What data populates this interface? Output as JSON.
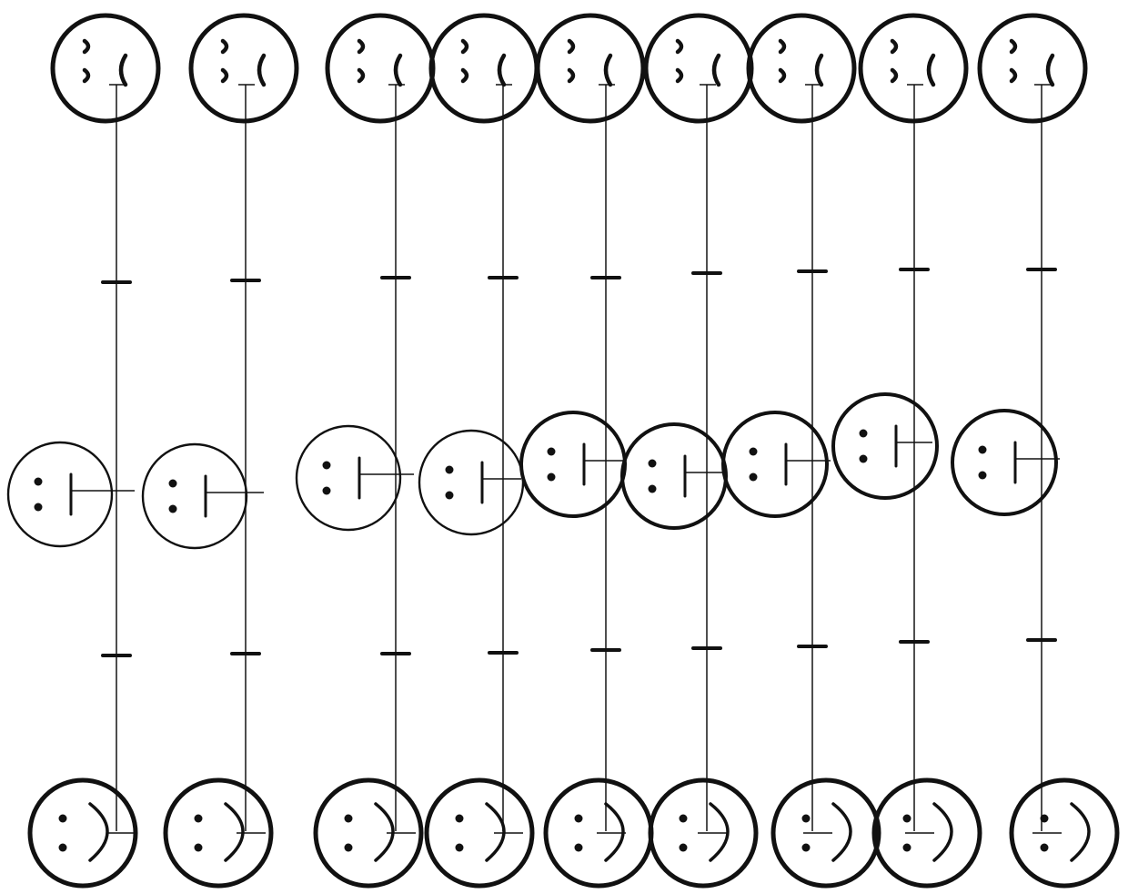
{
  "diagram": {
    "description_free": true,
    "columns": 9,
    "rows": [
      "frown",
      "neutral",
      "smile"
    ],
    "faces": {
      "top": [
        {
          "expression": "frown",
          "eyes": "arc"
        },
        {
          "expression": "frown",
          "eyes": "arc"
        },
        {
          "expression": "frown",
          "eyes": "arc"
        },
        {
          "expression": "frown",
          "eyes": "arc"
        },
        {
          "expression": "frown",
          "eyes": "arc"
        },
        {
          "expression": "frown",
          "eyes": "arc"
        },
        {
          "expression": "frown",
          "eyes": "arc"
        },
        {
          "expression": "frown",
          "eyes": "arc"
        },
        {
          "expression": "frown",
          "eyes": "arc"
        }
      ],
      "middle": [
        {
          "expression": "neutral",
          "eyes": "dot"
        },
        {
          "expression": "neutral",
          "eyes": "dot"
        },
        {
          "expression": "neutral",
          "eyes": "dot"
        },
        {
          "expression": "neutral",
          "eyes": "dot"
        },
        {
          "expression": "neutral",
          "eyes": "dot"
        },
        {
          "expression": "neutral",
          "eyes": "dot"
        },
        {
          "expression": "neutral",
          "eyes": "dot"
        },
        {
          "expression": "neutral",
          "eyes": "dot"
        },
        {
          "expression": "neutral",
          "eyes": "dot"
        }
      ],
      "bottom": [
        {
          "expression": "smile",
          "eyes": "dot"
        },
        {
          "expression": "smile",
          "eyes": "dot"
        },
        {
          "expression": "smile",
          "eyes": "dot"
        },
        {
          "expression": "smile",
          "eyes": "dot"
        },
        {
          "expression": "smile",
          "eyes": "dot"
        },
        {
          "expression": "smile",
          "eyes": "dot"
        },
        {
          "expression": "smile",
          "eyes": "dot"
        },
        {
          "expression": "smile",
          "eyes": "dot"
        },
        {
          "expression": "smile",
          "eyes": "dot"
        }
      ]
    },
    "ink_color": "#111111",
    "background_color": "#ffffff"
  }
}
